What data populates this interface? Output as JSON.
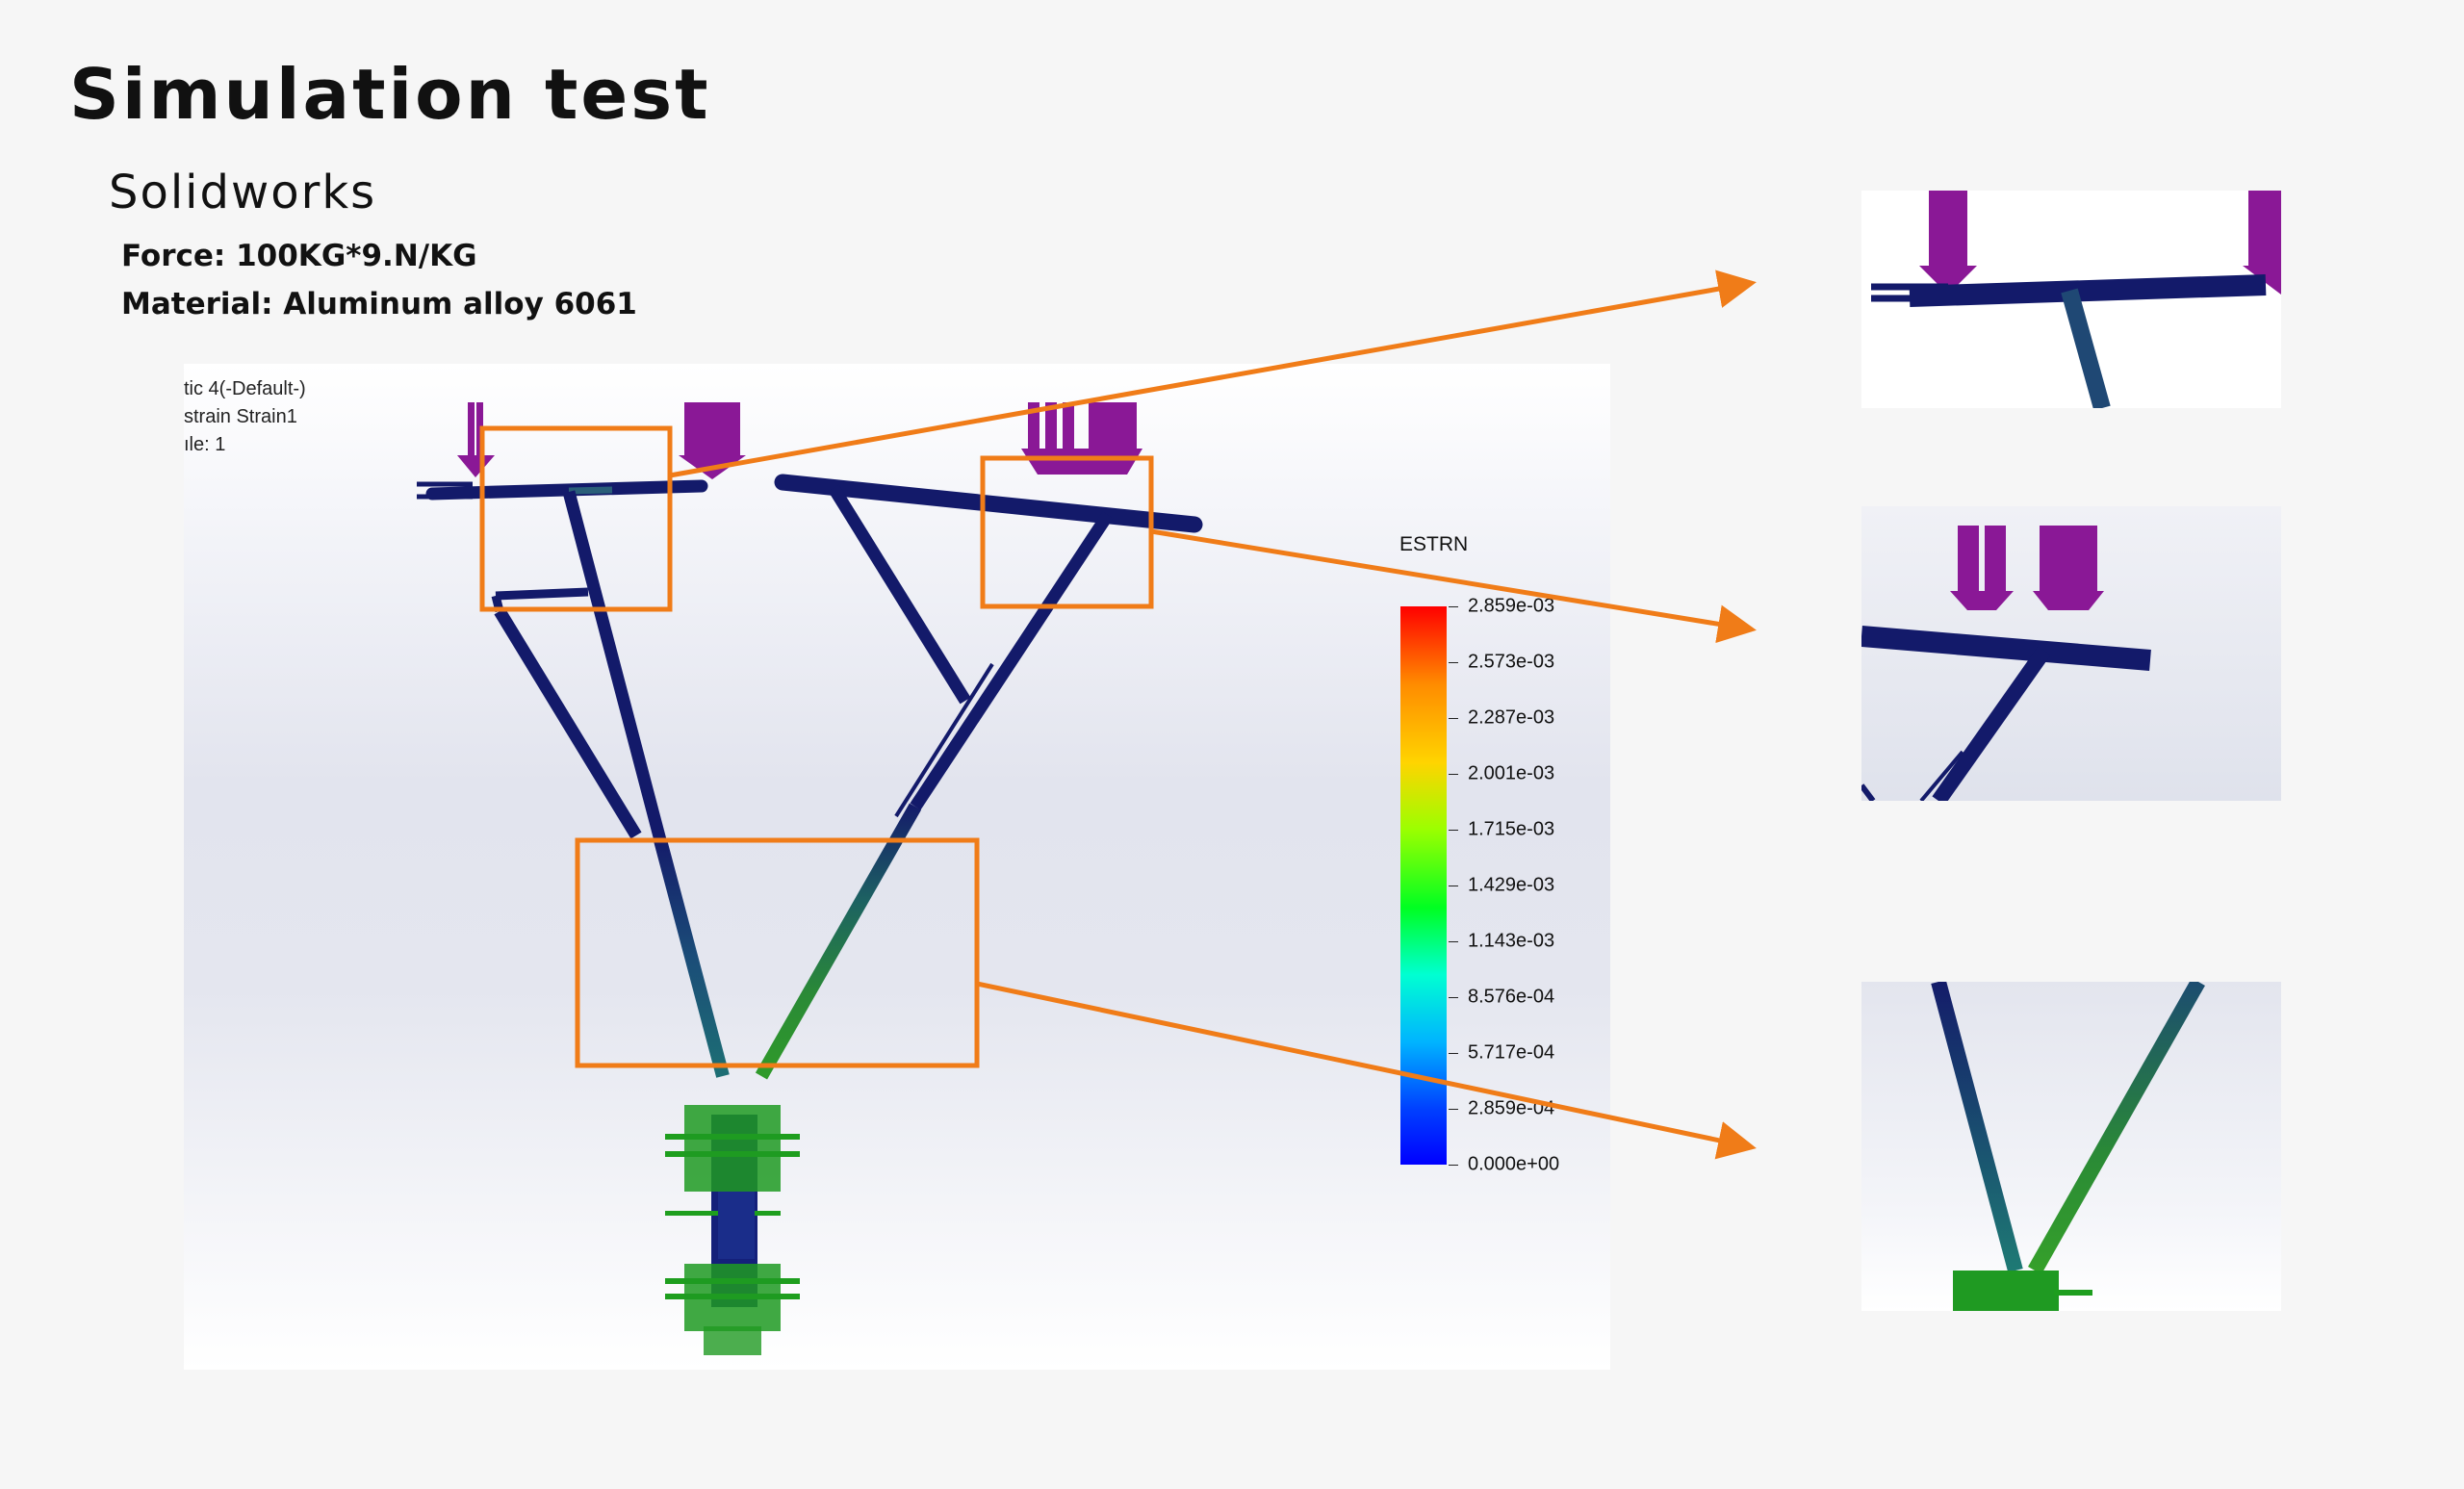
{
  "page": {
    "title": "Simulation test",
    "subtitle": "Solidworks",
    "force": "Force: 100KG*9.N/KG",
    "material": "Material: Aluminum alloy 6061"
  },
  "simulation": {
    "info_lines": [
      "tic 4(-Default-)",
      "strain Strain1",
      "ıle: 1"
    ],
    "legend": {
      "title": "ESTRN",
      "labels": [
        "2.859e-03",
        "2.573e-03",
        "2.287e-03",
        "2.001e-03",
        "1.715e-03",
        "1.429e-03",
        "1.143e-03",
        "8.576e-04",
        "5.717e-04",
        "2.859e-04",
        "0.000e+00"
      ]
    }
  },
  "colors": {
    "highlight_orange": "#f07c18",
    "beam_navy": "#111a66",
    "force_arrow_purple": "#8a1896",
    "fixture_green": "#1e9e1e"
  }
}
